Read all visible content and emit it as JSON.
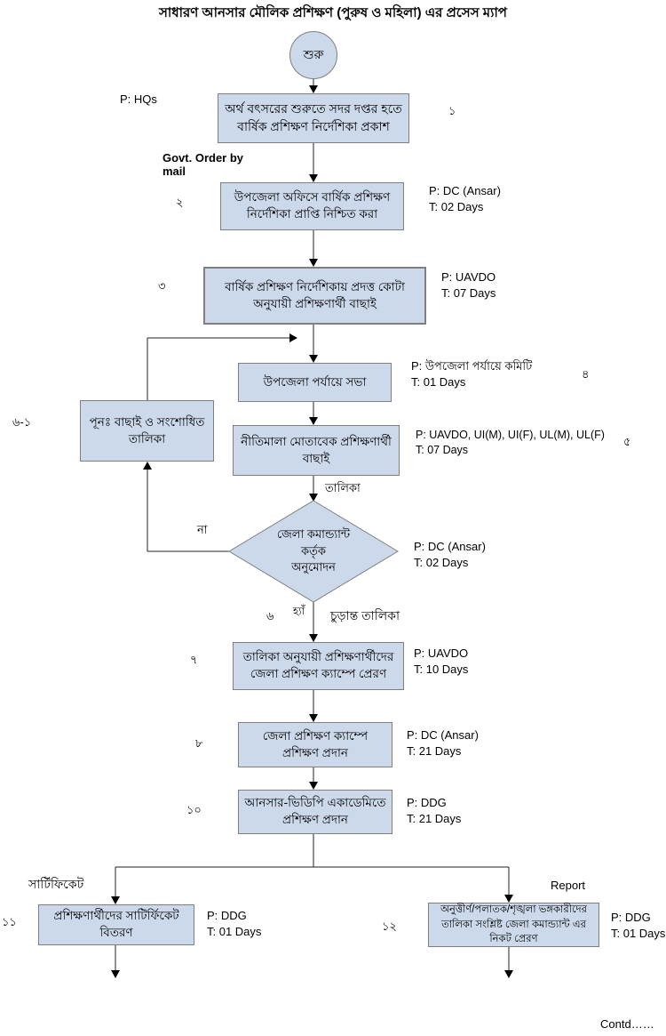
{
  "title": "সাধারণ আনসার মৌলিক প্রশিক্ষণ (পুরুষ ও মহিলা) এর প্রসেস ম্যাপ",
  "colors": {
    "node_fill": "#ccd9ea",
    "node_border": "#7f7f7f",
    "line": "#222222",
    "background": "#ffffff"
  },
  "start": {
    "label": "শুরু"
  },
  "labels": {
    "p_hqs": "P: HQs",
    "govt_order": "Govt. Order by\nmail",
    "talika": "তালিকা",
    "na": "না",
    "hya": "হ্যাঁ",
    "churanto_talika": "চুড়ান্ত তালিকা",
    "certificate": "সার্টিফিকেট",
    "report": "Report",
    "contd": "Contd……"
  },
  "steps": {
    "s1": {
      "num": "১",
      "text": "অর্থ বৎসরের শুরুতে সদর দপ্তর হতে\nবার্ষিক প্রশিক্ষণ নির্দেশিকা প্রকাশ"
    },
    "s2": {
      "num": "২",
      "text": "উপজেলা অফিসে বার্ষিক প্রশিক্ষণ\nনির্দেশিকা প্রাপ্তি নিশ্চিত করা",
      "pt": "P: DC (Ansar)\nT: 02 Days"
    },
    "s3": {
      "num": "৩",
      "text": "বার্ষিক প্রশিক্ষণ নির্দেশিকায় প্রদত্ত কোটা\nঅনুযায়ী প্রশিক্ষণার্থী বাছাই",
      "pt": "P: UAVDO\nT: 07 Days"
    },
    "s4": {
      "num": "৪",
      "text": "উপজেলা পর্যায়ে সভা",
      "pt": "P: উপজেলা পর্যায়ে কমিটি\nT: 01 Days"
    },
    "s5": {
      "num": "৫",
      "text": "নীতিমালা মোতাবেক প্রশিক্ষণার্থী\nবাছাই",
      "pt": "P: UAVDO, UI(M), UI(F), UL(M), UL(F)\nT: 07 Days"
    },
    "s6": {
      "num": "৬",
      "text": "জেলা কমান্ড্যান্ট\nকর্তৃক\nঅনুমোদন",
      "pt": "P: DC (Ansar)\nT: 02 Days"
    },
    "s6_1": {
      "num": "৬-১",
      "text": "পূনঃ  বাছাই ও সংশোধিত\nতালিকা"
    },
    "s7": {
      "num": "৭",
      "text": "তালিকা অনুযায়ী প্রশিক্ষণার্থীদের\nজেলা প্রশিক্ষণ ক্যাম্পে প্রেরণ",
      "pt": "P: UAVDO\nT: 10 Days"
    },
    "s8": {
      "num": "৮",
      "text": "জেলা প্রশিক্ষণ ক্যাম্পে\nপ্রশিক্ষণ প্রদান",
      "pt": "P: DC (Ansar)\nT: 21 Days"
    },
    "s10": {
      "num": "১০",
      "text": "আনসার-ভিডিপি একাডেমিতে\nপ্রশিক্ষণ প্রদান",
      "pt": "P: DDG\nT: 21 Days"
    },
    "s11": {
      "num": "১১",
      "text": "প্রশিক্ষণার্থীদের সাটির্ফিকেট\nবিতরণ",
      "pt": "P: DDG\nT: 01 Days"
    },
    "s12": {
      "num": "১২",
      "text": "অনুত্তীর্ণ/পলাতক/শৃঙ্খলা ভঙ্গকারীদের\nতালিকা সংশ্লিষ্ট জেলা কমান্ড্যান্ট এর\nনিকট প্রেরণ",
      "pt": "P: DDG\nT: 01 Days"
    }
  }
}
